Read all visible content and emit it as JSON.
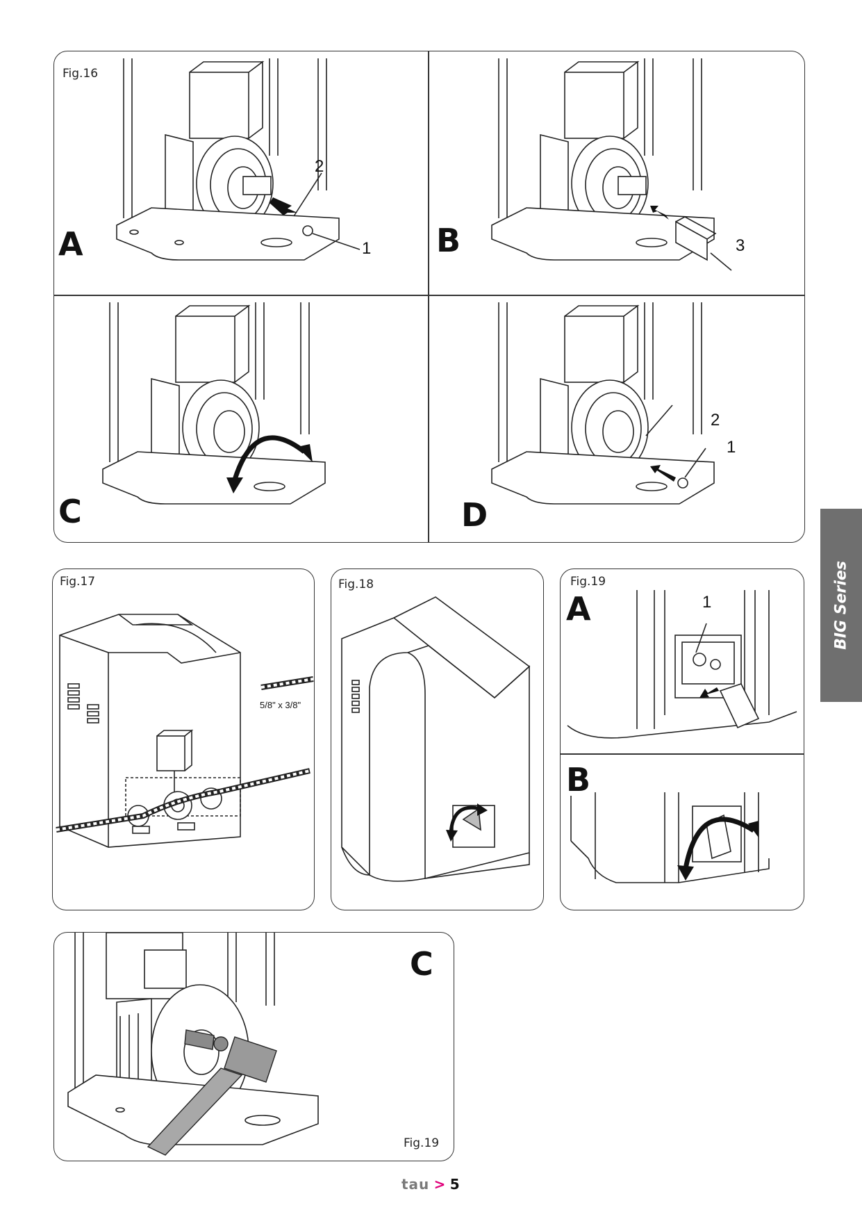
{
  "fig16": {
    "label": "Fig.16",
    "panels": {
      "a": {
        "letter": "A",
        "callouts": [
          "2",
          "1"
        ]
      },
      "b": {
        "letter": "B",
        "callouts": [
          "3"
        ]
      },
      "c": {
        "letter": "C",
        "callouts": []
      },
      "d": {
        "letter": "D",
        "callouts": [
          "2",
          "1"
        ]
      }
    }
  },
  "fig17": {
    "label": "Fig.17",
    "chain_label": "5/8\" x 3/8\""
  },
  "fig18": {
    "label": "Fig.18"
  },
  "fig19": {
    "label": "Fig.19",
    "panels": {
      "a": {
        "letter": "A",
        "callouts": [
          "1"
        ]
      },
      "b": {
        "letter": "B"
      }
    }
  },
  "fig19c": {
    "letter": "C",
    "label": "Fig.19"
  },
  "side_tab": {
    "text": "BIG Series"
  },
  "footer": {
    "brand": "tau",
    "chevron": ">",
    "page": "5"
  },
  "colors": {
    "tab_gray": "#6f6f6f",
    "brand_pink": "#e0007a",
    "line": "#333333"
  }
}
